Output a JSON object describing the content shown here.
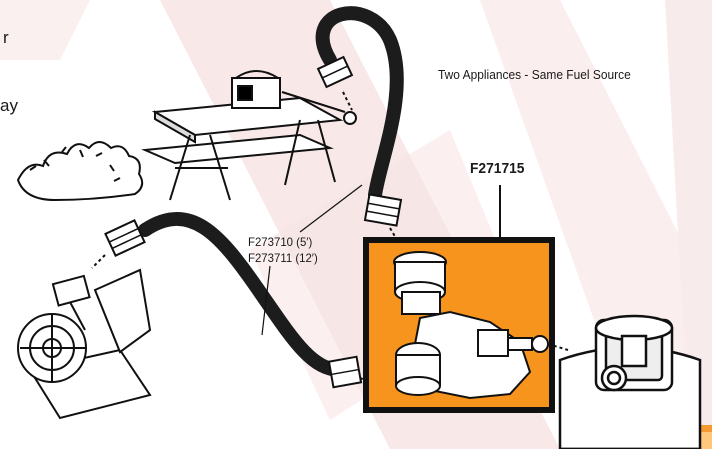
{
  "diagram": {
    "headline": "Two Appliances - Same Fuel Source",
    "regulator_part_number": "F271715",
    "hose_part_numbers": [
      "F273710 (5′)",
      "F273711 (12′)"
    ],
    "clipped_text_fragments": [
      "r",
      "ay"
    ]
  },
  "colors": {
    "regulator_box_fill": "#f7941d",
    "hose": "#1c1c1c",
    "background_bands": "#f3d9d9",
    "corner_accent": "#f59a2e"
  },
  "icons": [
    "picnic-table-grill-icon",
    "pole-lamp-heater-icon",
    "propane-tank-icon",
    "regulator-tee-icon",
    "hose-fitting-icon"
  ]
}
